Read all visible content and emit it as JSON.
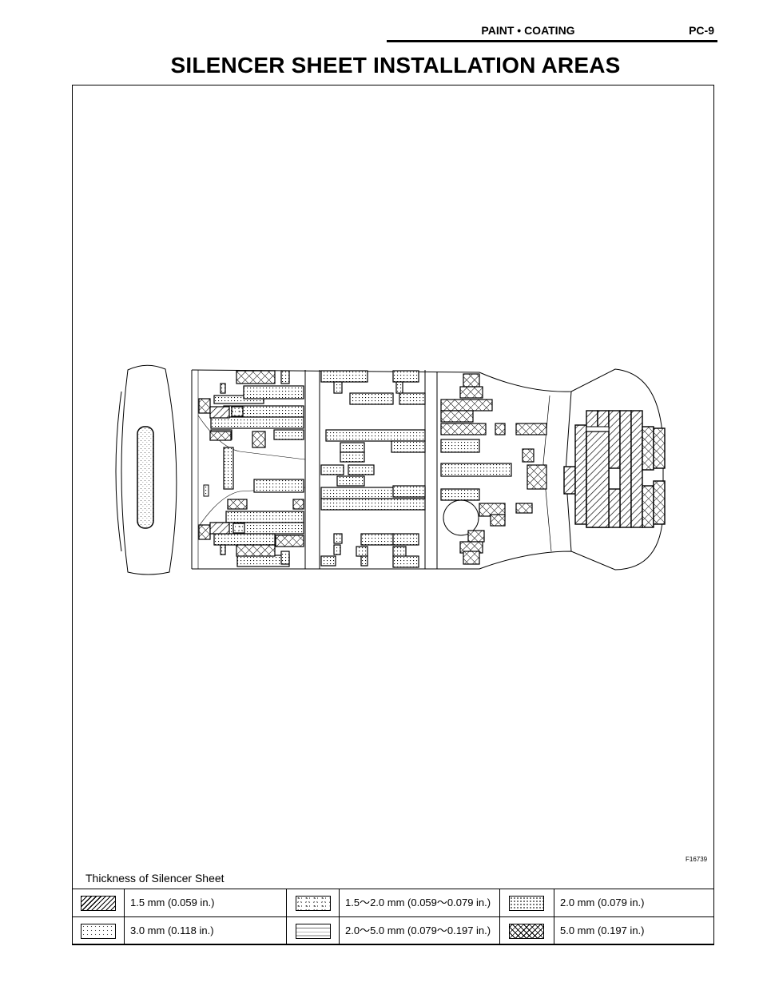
{
  "header": {
    "section": "PAINT • COATING",
    "page": "PC-9"
  },
  "title": "SILENCER SHEET INSTALLATION AREAS",
  "figure": {
    "id": "F16739"
  },
  "legend": {
    "title": "Thickness of Silencer Sheet",
    "items": [
      {
        "label": "1.5 mm (0.059  in.)",
        "pattern": "diagonal-hatch"
      },
      {
        "label": "1.5～2.0 mm (0.059～0.079 in.)",
        "pattern": "coarse-speckle"
      },
      {
        "label": "2.0 mm (0.079 in.)",
        "pattern": "fine-dots"
      },
      {
        "label": "3.0 mm (0.118  in.)",
        "pattern": "sparse-dots"
      },
      {
        "label": "2.0～5.0 mm (0.079～0.197 in.)",
        "pattern": "dashed-lines"
      },
      {
        "label": "5.0 mm (0.197 in.)",
        "pattern": "cross-hatch"
      }
    ]
  }
}
